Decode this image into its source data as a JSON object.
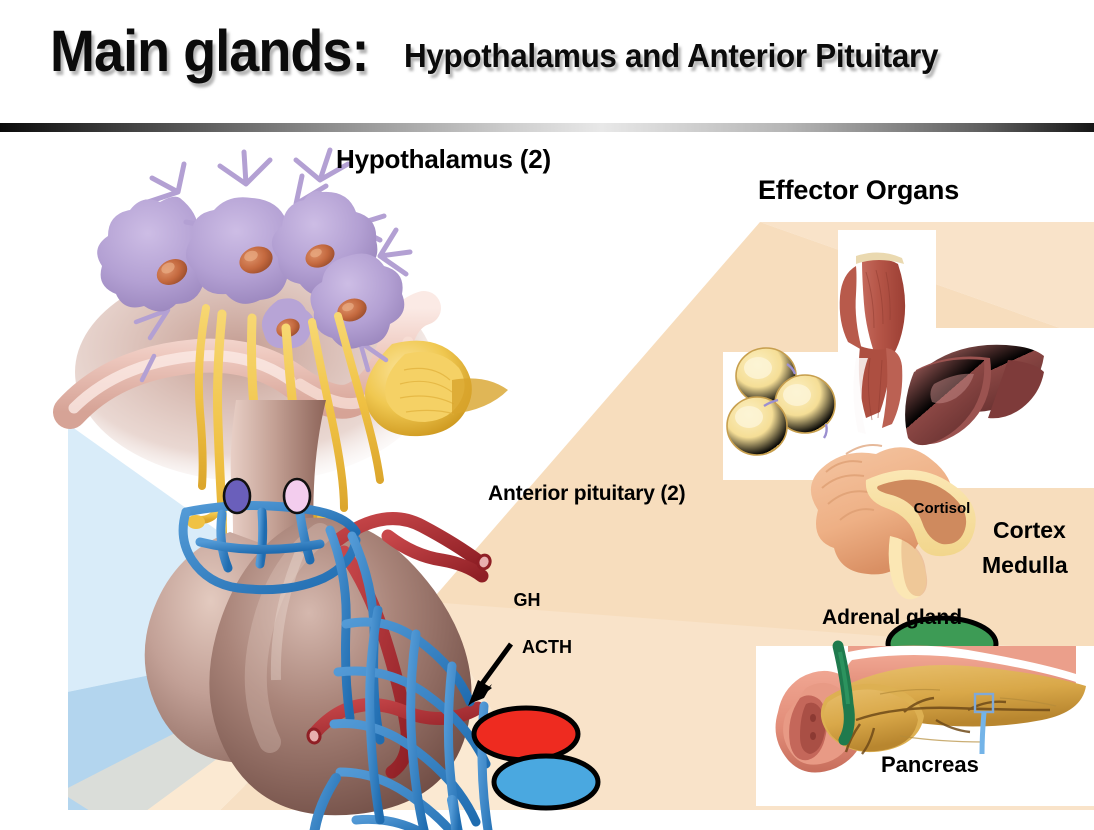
{
  "slide": {
    "title_main": "Main glands:",
    "title_sub": "Hypothalamus and Anterior Pituitary"
  },
  "labels": {
    "hypothalamus": "Hypothalamus (2)",
    "effector_organs": "Effector Organs",
    "anterior_pituitary": "Anterior pituitary (2)",
    "cortex": "Cortex",
    "medulla": "Medulla",
    "adrenal_gland": "Adrenal gland",
    "pancreas": "Pancreas"
  },
  "hormones": {
    "gh": "GH",
    "acth": "ACTH",
    "cortisol": "Cortisol"
  },
  "colors": {
    "gh_fill": "#ee2b20",
    "acth_fill": "#4aa8e0",
    "cortisol_fill": "#3d9b55",
    "outline": "#000000",
    "fan_blue_light": "#d9ecf9",
    "fan_blue": "#b3d5ee",
    "fan_peach_light": "#fbe9d2",
    "fan_peach": "#f7ddbd",
    "fan_peach_deep": "#f3d3ac",
    "neuron_body": "#b6a4d4",
    "neuron_nucleus": "#c4693f",
    "axon_yellow": "#f3c546",
    "vein_blue": "#2f7fc4",
    "artery_red": "#b2292e",
    "pituitary_brown": "#8f6a60",
    "divider_dark": "#0a0a0a",
    "divider_light": "#e8e8e8"
  },
  "figure_parts": {
    "neuron_count": 4,
    "hypothalamic_neurons": "purple multipolar neurons",
    "axon_bundle": "yellow hypothalamic axons",
    "portal_plexus": "blue hypophyseal portal capillary plexus",
    "arteries": "red superior and inferior hypophyseal arteries",
    "pituitary_gland": "pituitary gland body",
    "effector_fat": "adipose tissue cells",
    "effector_muscle": "skeletal muscle",
    "effector_liver": "liver",
    "adrenal_gland_image": "adrenal gland cross-section",
    "pancreas_image": "pancreas with duodenum and bile duct"
  }
}
